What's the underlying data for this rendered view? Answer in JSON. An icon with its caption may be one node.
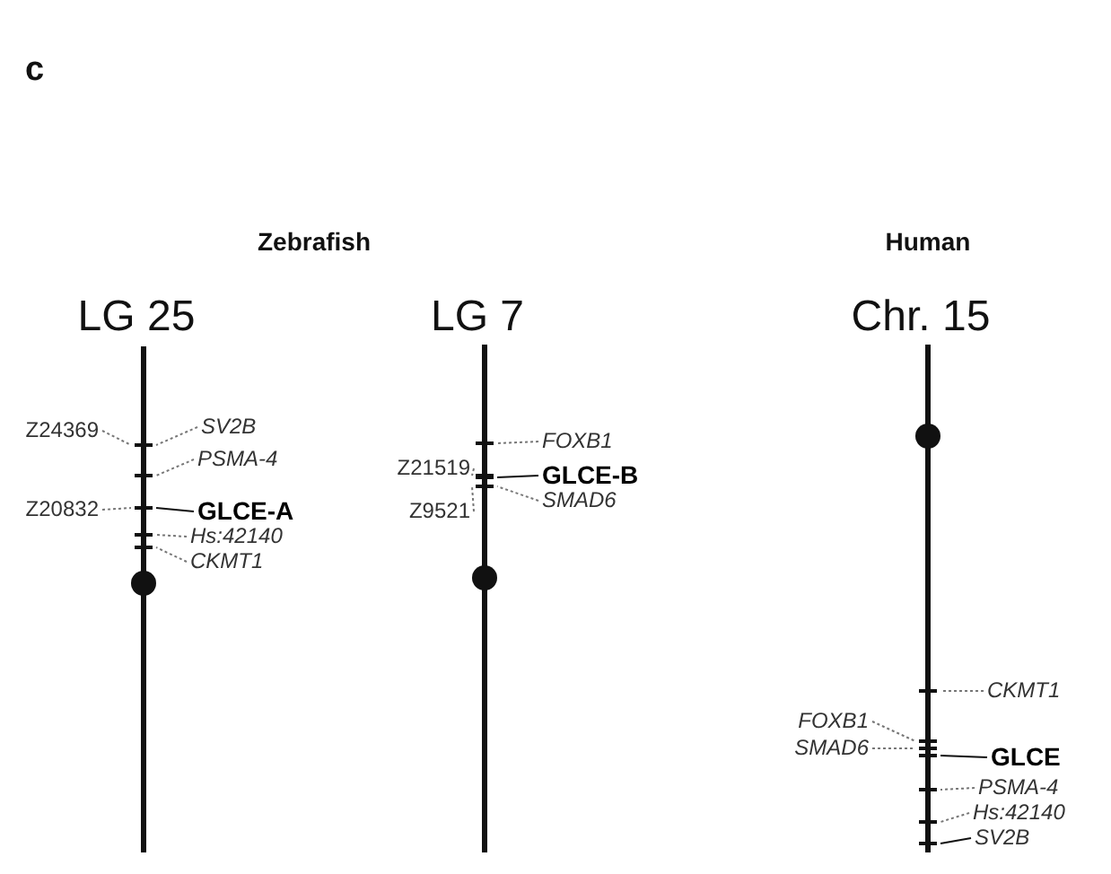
{
  "diagram": {
    "nodes": [
      {
        "text": [],
        "shape": "bar",
        "beside": [
          "LG 25"
        ]
      },
      {
        "text": [],
        "shape": "bar",
        "beside": [
          "LG 7"
        ]
      },
      {
        "text": [],
        "shape": "bar",
        "beside": [
          "Chr. 15"
        ]
      },
      {
        "text": [
          "Z24369"
        ]
      },
      {
        "text": [
          "SV2B"
        ]
      },
      {
        "text": [
          "PSMA-4"
        ]
      },
      {
        "text": [
          "Z20832"
        ]
      },
      {
        "text": [
          "GLCE-A"
        ]
      },
      {
        "text": [
          "Hs:42140"
        ]
      },
      {
        "text": [
          "CKMT1"
        ]
      },
      {
        "text": [
          "FOXB1"
        ]
      },
      {
        "text": [
          "Z21519"
        ]
      },
      {
        "text": [
          "GLCE-B"
        ]
      },
      {
        "text": [
          "Z9521"
        ]
      },
      {
        "text": [
          "SMAD6"
        ]
      },
      {
        "text": [
          "CKMT1"
        ]
      },
      {
        "text": [
          "FOXB1"
        ]
      },
      {
        "text": [
          "SMAD6"
        ]
      },
      {
        "text": [
          "GLCE"
        ]
      },
      {
        "text": [
          "PSMA-4"
        ]
      },
      {
        "text": [
          "Hs:42140"
        ]
      },
      {
        "text": [
          "SV2B"
        ]
      }
    ],
    "edges": [
      {
        "from": 3,
        "to": 0,
        "arrow": "none",
        "style": "dashed"
      },
      {
        "from": 4,
        "to": 0,
        "arrow": "none",
        "style": "dashed"
      },
      {
        "from": 5,
        "to": 0,
        "arrow": "none",
        "style": "dashed"
      },
      {
        "from": 6,
        "to": 0,
        "arrow": "none",
        "style": "dashed"
      },
      {
        "from": 7,
        "to": 0,
        "arrow": "none",
        "color": "#111111"
      },
      {
        "from": 8,
        "to": 0,
        "arrow": "none",
        "style": "dashed"
      },
      {
        "from": 9,
        "to": 0,
        "arrow": "none",
        "style": "dashed"
      },
      {
        "from": 10,
        "to": 1,
        "arrow": "none",
        "style": "dashed"
      },
      {
        "from": 11,
        "to": 1,
        "arrow": "none",
        "style": "dashed"
      },
      {
        "from": 12,
        "to": 1,
        "arrow": "none",
        "color": "#111111"
      },
      {
        "from": 13,
        "to": 1,
        "arrow": "none",
        "style": "dashed"
      },
      {
        "from": 14,
        "to": 1,
        "arrow": "none",
        "style": "dashed"
      },
      {
        "from": 15,
        "to": 2,
        "arrow": "none",
        "style": "dashed"
      },
      {
        "from": 16,
        "to": 2,
        "arrow": "none",
        "style": "dashed"
      },
      {
        "from": 17,
        "to": 2,
        "arrow": "none",
        "style": "dashed"
      },
      {
        "from": 18,
        "to": 2,
        "arrow": "none",
        "color": "#111111"
      },
      {
        "from": 19,
        "to": 2,
        "arrow": "none",
        "style": "dashed"
      },
      {
        "from": 20,
        "to": 2,
        "arrow": "none",
        "style": "dashed"
      },
      {
        "from": 21,
        "to": 2,
        "arrow": "none",
        "color": "#111111"
      }
    ],
    "labels": [
      "c",
      "Zebrafish",
      "Human"
    ]
  }
}
